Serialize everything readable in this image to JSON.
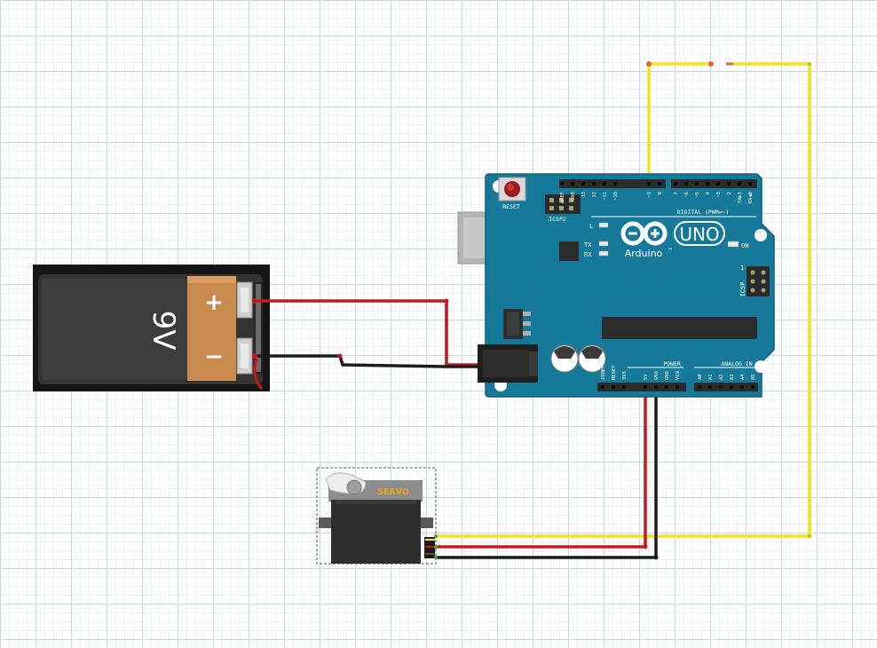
{
  "battery": {
    "label": "9V",
    "plus": "+",
    "minus": "−"
  },
  "arduino": {
    "brand": "Arduino",
    "tm": "™",
    "model": "UNO",
    "reset_label": "RESET",
    "icsp2_label": "ICSP2",
    "icsp_label": "ICSP",
    "icsp_pin1": "1",
    "digital_label": "DIGITAL (PWM=~)",
    "power_label": "POWER",
    "analog_label": "ANALOG IN",
    "led_l": "L",
    "led_tx": "TX",
    "led_rx": "RX",
    "led_on": "ON",
    "digital_pins": [
      "AREF",
      "GND",
      "13",
      "12",
      "~11",
      "~10",
      "~9",
      "8",
      "7",
      "~6",
      "~5",
      "4",
      "~3",
      "2",
      "TX▶1",
      "RX◀0"
    ],
    "power_pins": [
      "IOREF",
      "RESET",
      "3V3",
      "5V",
      "GND",
      "GND",
      "VIN"
    ],
    "analog_pins": [
      "A0",
      "A1",
      "A2",
      "A3",
      "A4",
      "A5"
    ]
  },
  "servo": {
    "label": "SERVO"
  },
  "colors": {
    "board": "#157a99",
    "wire_red": "#c21a1a",
    "wire_black": "#1c1c1c",
    "wire_yellow": "#f2e21c",
    "servo_label": "#e3a21a"
  }
}
